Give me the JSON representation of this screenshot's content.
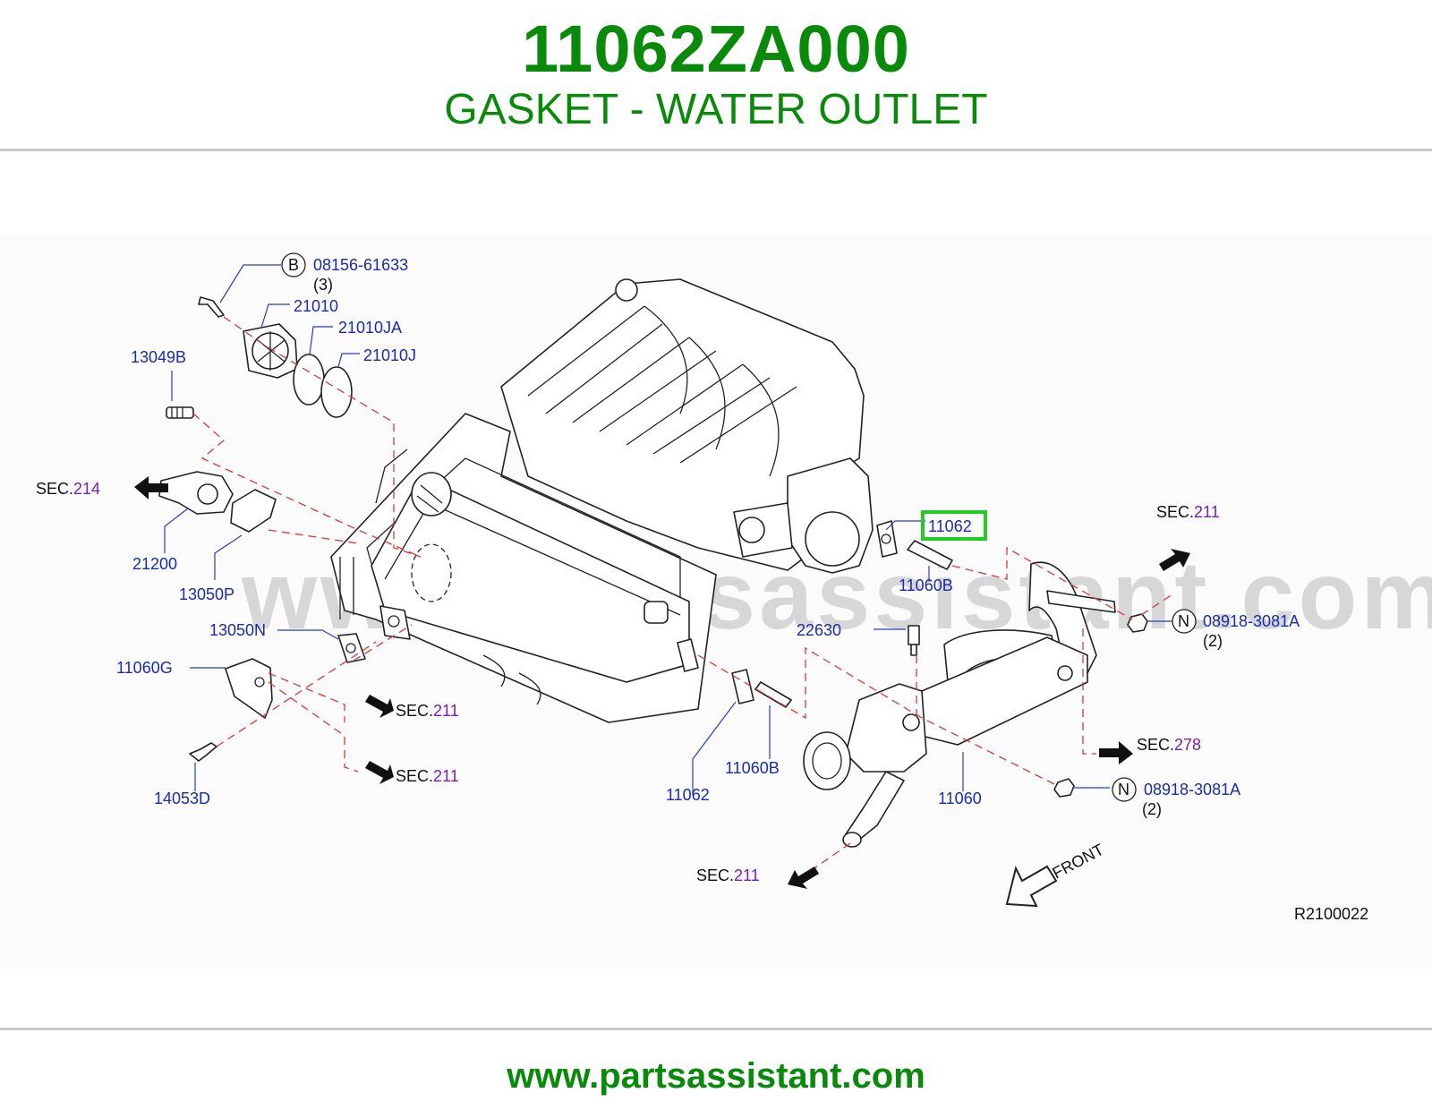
{
  "header": {
    "part_number": "11062ZA000",
    "part_name": "GASKET - WATER OUTLET"
  },
  "footer": {
    "url": "www.partsassistant.com"
  },
  "diagram": {
    "watermark": "www.partsassistant.com",
    "ref_code": "R2100022",
    "front_label": "FRONT",
    "sec_prefix": "SEC.",
    "labels": {
      "b_letter": "B",
      "b_part": "08156-61633",
      "b_qty": "(3)",
      "p21010": "21010",
      "p21010JA": "21010JA",
      "p21010J": "21010J",
      "p13049B": "13049B",
      "sec214": "214",
      "p21200": "21200",
      "p13050P": "13050P",
      "p13050N": "13050N",
      "p11060G": "11060G",
      "sec211_a": "211",
      "sec211_b": "211",
      "p14053D": "14053D",
      "p11062_hl": "11062",
      "p11060B_top": "11060B",
      "sec211_top": "211",
      "n_letter_1": "N",
      "n_part_1": "08918-3081A",
      "n_qty_1": "(2)",
      "p22630": "22630",
      "p11062_low": "11062",
      "p11060B_low": "11060B",
      "p11060": "11060",
      "sec278": "278",
      "n_letter_2": "N",
      "n_part_2": "08918-3081A",
      "n_qty_2": "(2)",
      "sec211_bottom": "211"
    },
    "highlight_color": "#22cc22"
  }
}
